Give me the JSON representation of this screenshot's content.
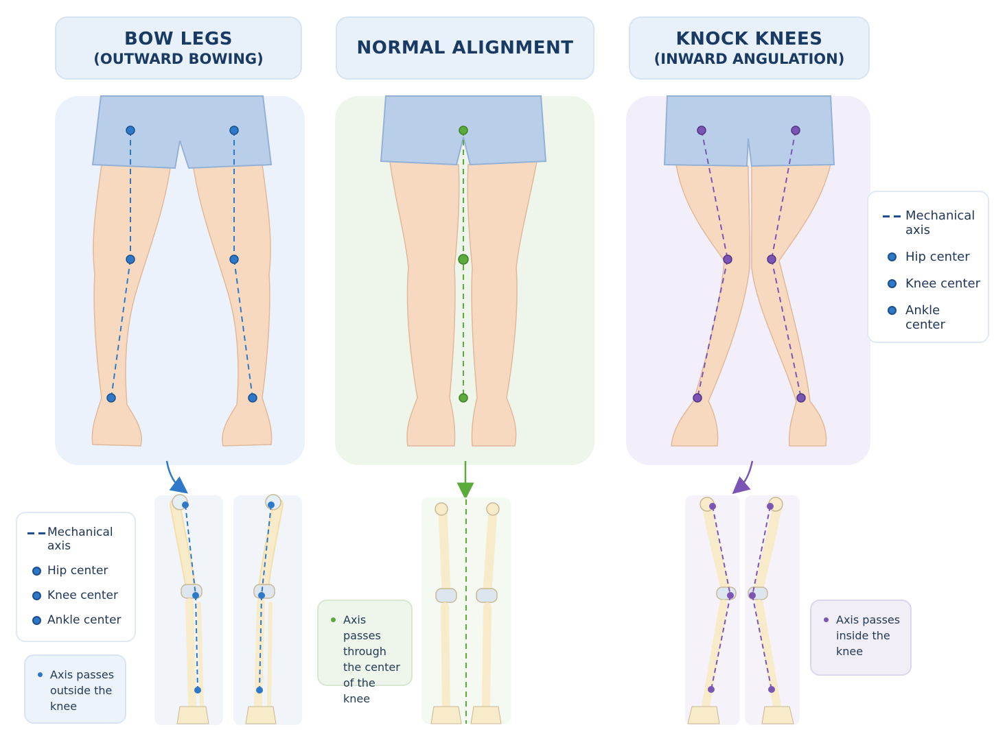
{
  "headers": {
    "bow_legs": {
      "title": "BOW LEGS",
      "subtitle": "(OUTWARD BOWING)"
    },
    "normal": {
      "title": "NORMAL ALIGNMENT"
    },
    "knock_knees": {
      "title": "KNOCK KNEES",
      "subtitle": "(INWARD ANGULATION)"
    }
  },
  "legend": {
    "mechanical_axis": "Mechanical axis",
    "hip_center": "Hip center",
    "knee_center": "Knee center",
    "ankle_center": "Ankle center"
  },
  "notes": {
    "bow_legs": "Axis passes outside the knee",
    "normal": "Axis passes through the center of the knee",
    "knock_knees": "Axis passes inside the knee"
  },
  "colors": {
    "bow": "#2d78c8",
    "normal": "#5aab3c",
    "knock": "#7b55b4",
    "skin": "#f7d9c0",
    "shorts": "#b9cfe9",
    "bone": "#f8ebc9"
  },
  "icons": [
    "dashed-line-icon",
    "dot-icon",
    "arrow-down-icon"
  ]
}
